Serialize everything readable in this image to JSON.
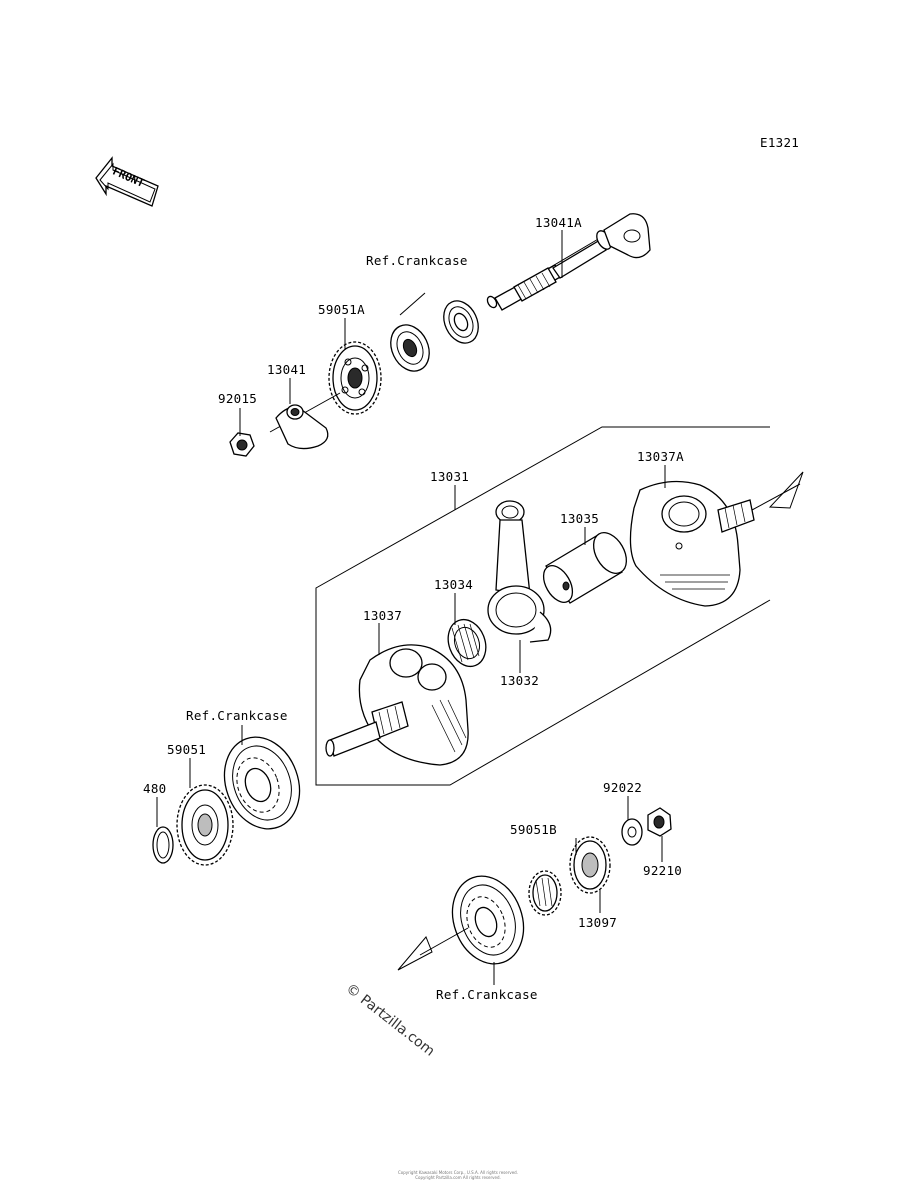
{
  "diagram_code": "E1321",
  "front_label": "FRONT",
  "labels": {
    "p13041A": "13041A",
    "ref_crankcase_top": "Ref.Crankcase",
    "p59051A": "59051A",
    "p13041": "13041",
    "p92015": "92015",
    "p13031": "13031",
    "p13037A": "13037A",
    "p13035": "13035",
    "p13034": "13034",
    "p13037": "13037",
    "p13032": "13032",
    "ref_crankcase_left": "Ref.Crankcase",
    "p59051": "59051",
    "p480": "480",
    "p92022": "92022",
    "p59051B": "59051B",
    "p92210": "92210",
    "p13097": "13097",
    "ref_crankcase_bottom": "Ref.Crankcase"
  },
  "watermark": "© Partzilla.com",
  "footer": {
    "line1": "Copyright Kawasaki Motors Corp., U.S.A. All rights reserved.",
    "line2": "Copyright Partzilla.com All rights reserved."
  }
}
